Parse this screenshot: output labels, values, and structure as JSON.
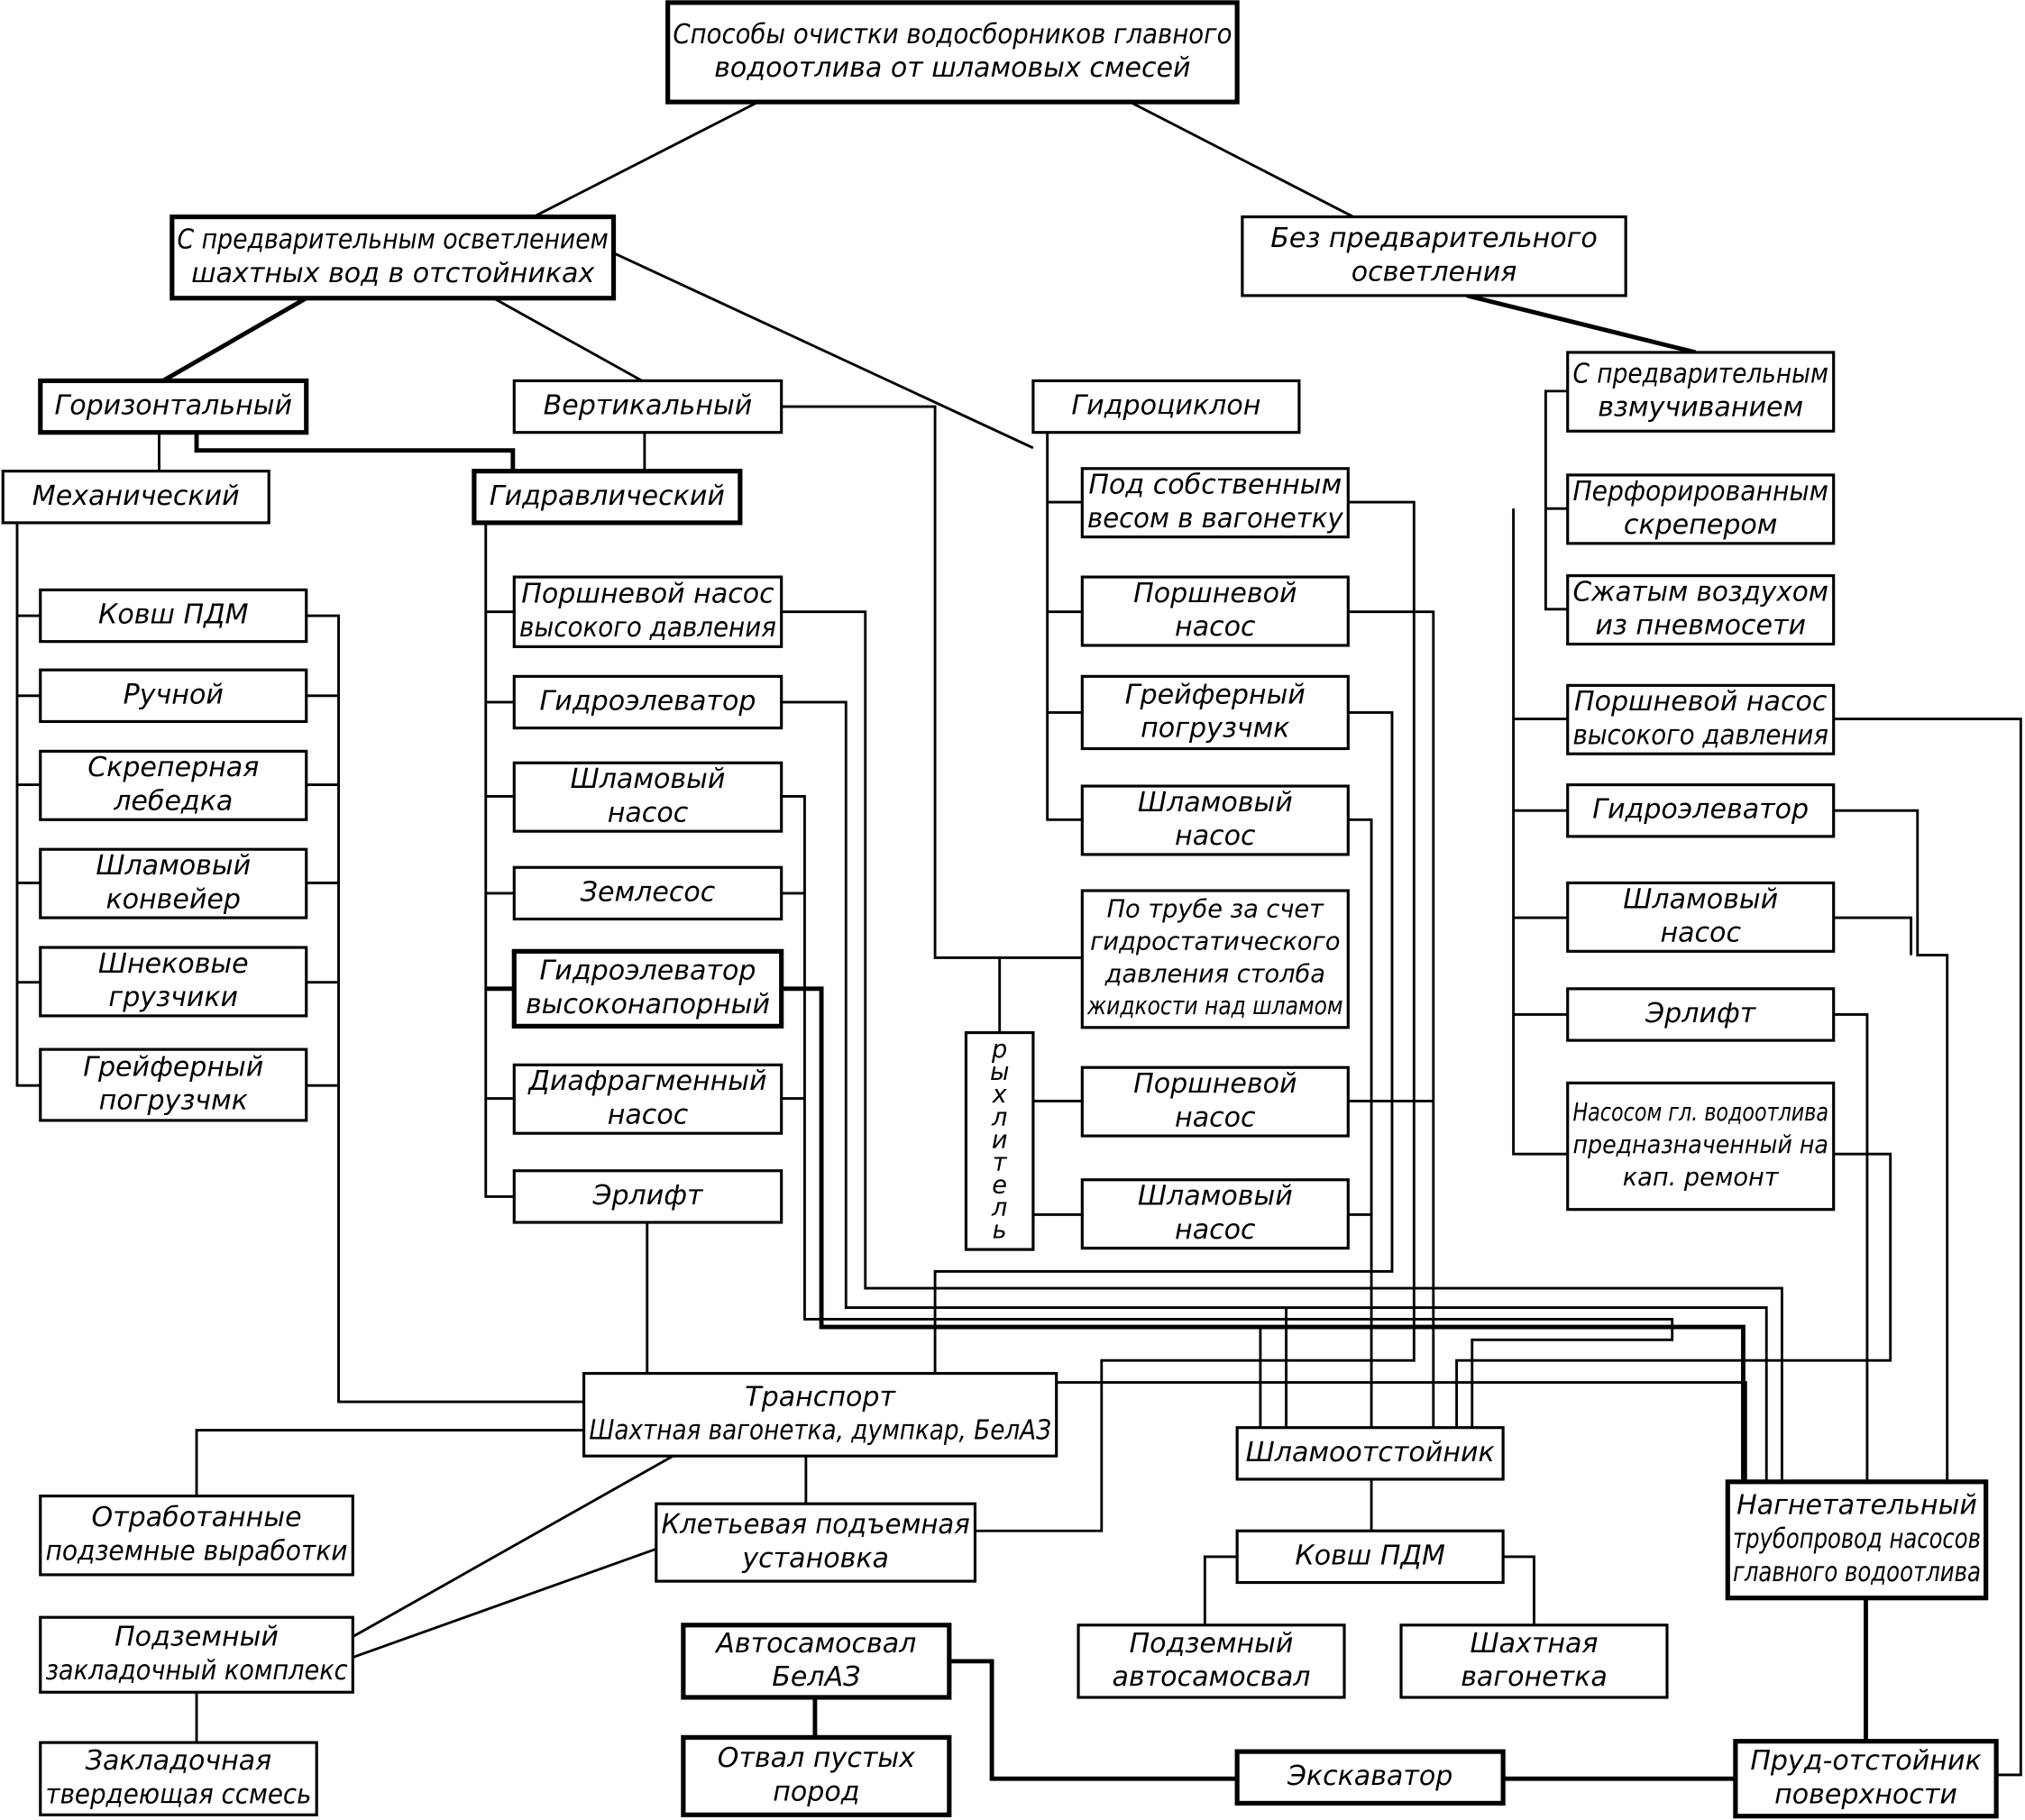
{
  "diagram": {
    "title": "Способы очистки водосборников главного водоотлива от шламовых смесей",
    "nodes": {
      "root": [
        "Способы очистки  водосборников главного",
        "водоотлива от шламовых смесей"
      ],
      "with_clarification": [
        "С предварительным осветлением",
        "шахтных вод в отстойниках"
      ],
      "without_clarification": [
        "Без предварительного",
        "осветления"
      ],
      "horizontal": [
        "Горизонтальный"
      ],
      "vertical": [
        "Вертикальный"
      ],
      "hydrocyclone": [
        "Гидроциклон"
      ],
      "mechanical": [
        "Механический"
      ],
      "hydraulic": [
        "Гидравлический"
      ],
      "mech_bucket": [
        "Ковш ПДМ"
      ],
      "mech_manual": [
        "Ручной"
      ],
      "mech_scraper": [
        "Скреперная",
        "лебедка"
      ],
      "mech_conveyor": [
        "Шламовый",
        "конвейер"
      ],
      "mech_screw": [
        "Шнековые",
        "грузчики"
      ],
      "mech_grab": [
        "Грейферный",
        "погрузчмк"
      ],
      "hyd_piston_hp": [
        "Поршневой насос",
        "высокого давления"
      ],
      "hyd_hydroelevator": [
        "Гидроэлеватор"
      ],
      "hyd_slurry_pump": [
        "Шламовый",
        "насос"
      ],
      "hyd_dredge": [
        "Землесос"
      ],
      "hyd_hydroelevator_hp": [
        "Гидроэлеватор",
        "высоконапорный"
      ],
      "hyd_diaphragm": [
        "Диафрагменный",
        "насос"
      ],
      "hyd_airlift": [
        "Эрлифт"
      ],
      "cyc_gravity": [
        "Под собственным",
        "весом в вагонетку"
      ],
      "cyc_piston": [
        "Поршневой",
        "насос"
      ],
      "cyc_grab": [
        "Грейферный",
        "погрузчмк"
      ],
      "cyc_slurry": [
        "Шламовый",
        "насос"
      ],
      "vert_pipe": [
        "По трубе за счет",
        "гидростатического",
        "давления столба",
        "жидкости над шламом"
      ],
      "loosener": [
        "р",
        "ы",
        "х",
        "л",
        "и",
        "т",
        "е",
        "л",
        "ь"
      ],
      "vert_piston": [
        "Поршневой",
        "насос"
      ],
      "vert_slurry": [
        "Шламовый",
        "насос"
      ],
      "nc_agitation": [
        "С предварительным",
        "взмучиванием"
      ],
      "nc_perforated": [
        "Перфорированным",
        "скрепером"
      ],
      "nc_compressed_air": [
        "Сжатым воздухом",
        "из пневмосети"
      ],
      "nc_piston_hp": [
        "Поршневой насос",
        "высокого давления"
      ],
      "nc_hydroelevator": [
        "Гидроэлеватор"
      ],
      "nc_slurry": [
        "Шламовый",
        "насос"
      ],
      "nc_airlift": [
        "Эрлифт"
      ],
      "nc_main_pump": [
        "Насосом гл. водоотлива",
        "предназначенный на",
        "кап. ремонт"
      ],
      "transport": [
        "Транспорт",
        "Шахтная вагонетка, думпкар, БелАЗ"
      ],
      "mined_out": [
        "Отработанные",
        "подземные выработки"
      ],
      "cage_hoist": [
        "Клетьевая подъемная",
        "установка"
      ],
      "backfill_complex": [
        "Подземный",
        "закладочный комплекс"
      ],
      "backfill_mix": [
        "Закладочная",
        "твердеющая ссмесь"
      ],
      "dump_truck_belaz": [
        "Автосамосвал",
        "БелАЗ"
      ],
      "waste_dump": [
        "Отвал пустых",
        "пород"
      ],
      "slurry_settler": [
        "Шламоотстойник"
      ],
      "settler_bucket": [
        "Ковш ПДМ"
      ],
      "underground_truck": [
        "Подземный",
        "автосамосвал"
      ],
      "mine_car": [
        "Шахтная",
        "вагонетка"
      ],
      "discharge_pipeline": [
        "Нагнетательный",
        "трубопровод насосов",
        "главного водоотлива"
      ],
      "excavator": [
        "Экскаватор"
      ],
      "surface_pond": [
        "Пруд-отстойник",
        "поверхности"
      ]
    }
  }
}
